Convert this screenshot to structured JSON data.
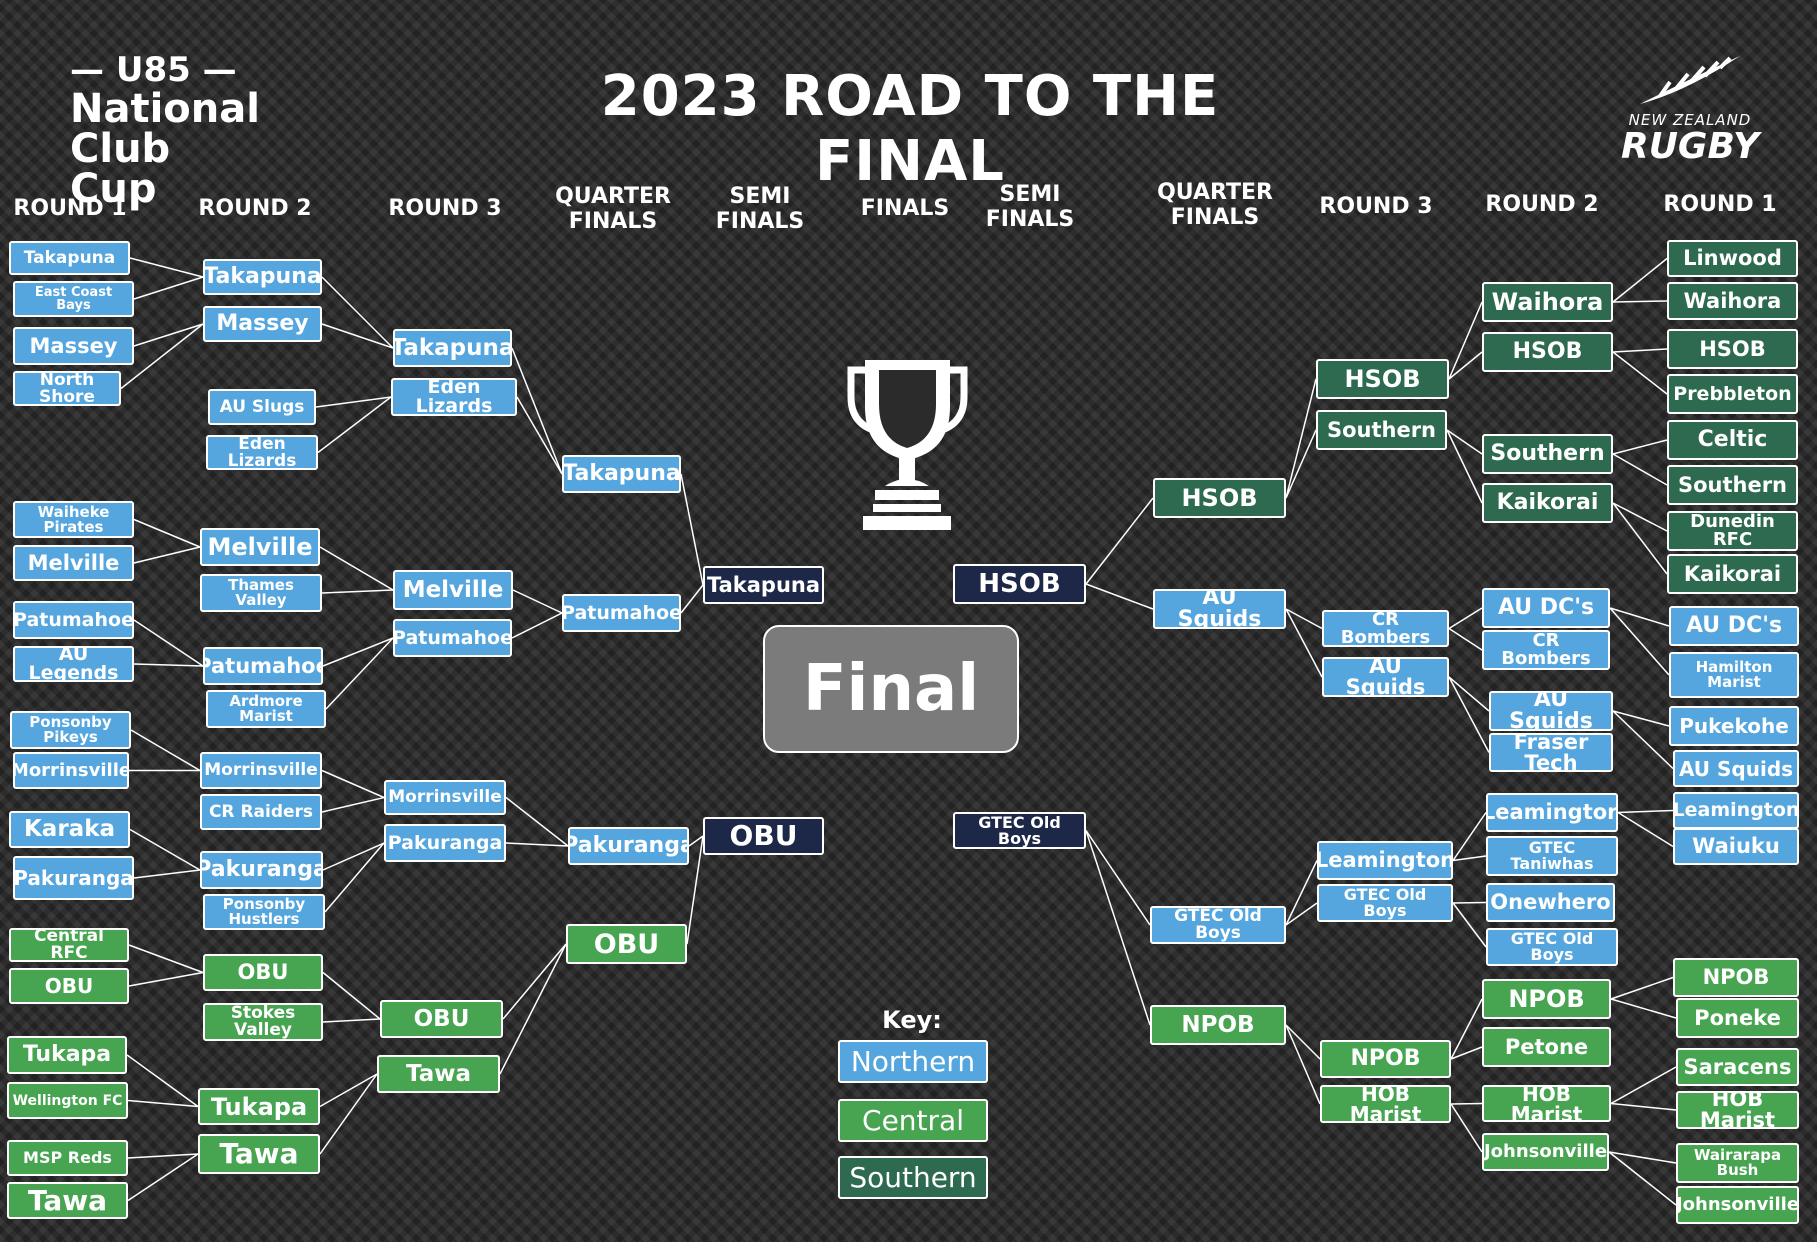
{
  "logo_left": {
    "line1": "— U85 —",
    "line2": "National",
    "line3": "Club Cup"
  },
  "title": "2023 ROAD TO THE FINAL",
  "logo_right": {
    "line1": "NEW ZEALAND",
    "line2": "RUGBY"
  },
  "headers": {
    "left": [
      "ROUND 1",
      "ROUND 2",
      "ROUND 3",
      "QUARTER FINALS",
      "SEMI FINALS"
    ],
    "center": "FINALS",
    "right": [
      "SEMI FINALS",
      "QUARTER FINALS",
      "ROUND 3",
      "ROUND 2",
      "ROUND 1"
    ]
  },
  "final_label": "Final",
  "key": {
    "title": "Key:",
    "items": [
      {
        "label": "Northern",
        "color": "#55a6de"
      },
      {
        "label": "Central",
        "color": "#47a451"
      },
      {
        "label": "Southern",
        "color": "#2d6a4f"
      }
    ]
  },
  "colors": {
    "northern": "#55a6de",
    "central": "#47a451",
    "southern": "#2d6a4f",
    "semi": "#1d2748",
    "final": "#7b7b7b",
    "background": "#2b2b2b"
  },
  "bracket": {
    "left": {
      "round1": [
        "Takapuna",
        "East Coast Bays",
        "Massey",
        "North Shore",
        "Waiheke Pirates",
        "Melville",
        "Patumahoe",
        "AU Legends",
        "Ponsonby Pikeys",
        "Morrinsville",
        "Karaka",
        "Pakuranga",
        "Central RFC",
        "OBU",
        "Tukapa",
        "Wellington FC",
        "MSP Reds",
        "Tawa"
      ],
      "round2": [
        "Takapuna",
        "Massey",
        "AU Slugs",
        "Eden Lizards",
        "Melville",
        "Thames Valley",
        "Patumahoe",
        "Ardmore Marist",
        "Morrinsville",
        "CR Raiders",
        "Pakuranga",
        "Ponsonby Hustlers",
        "OBU",
        "Stokes Valley",
        "Tukapa",
        "Tawa"
      ],
      "round3": [
        "Takapuna",
        "Eden Lizards",
        "Melville",
        "Patumahoe",
        "Morrinsville",
        "Pakuranga",
        "OBU",
        "Tawa"
      ],
      "quarter": [
        "Takapuna",
        "Patumahoe",
        "Pakuranga",
        "OBU"
      ],
      "semi": [
        "Takapuna",
        "OBU"
      ]
    },
    "right": {
      "round1": [
        "Linwood",
        "Waihora",
        "HSOB",
        "Prebbleton",
        "Celtic",
        "Southern",
        "Dunedin RFC",
        "Kaikorai",
        "AU DC's",
        "Hamilton Marist",
        "Pukekohe",
        "AU Squids",
        "Leamington",
        "Waiuku",
        "NPOB",
        "Poneke",
        "Saracens",
        "HOB Marist",
        "Wairarapa Bush",
        "Johnsonville"
      ],
      "round2": [
        "Waihora",
        "HSOB",
        "Southern",
        "Kaikorai",
        "AU DC's",
        "CR Bombers",
        "AU Squids",
        "Fraser Tech",
        "Leamington",
        "GTEC Taniwhas",
        "Onewhero",
        "GTEC Old Boys",
        "NPOB",
        "Petone",
        "HOB Marist",
        "Johnsonville"
      ],
      "round3": [
        "HSOB",
        "Southern",
        "CR Bombers",
        "AU Squids",
        "Leamington",
        "GTEC Old Boys",
        "NPOB",
        "HOB Marist"
      ],
      "quarter": [
        "HSOB",
        "AU Squids",
        "GTEC Old Boys",
        "NPOB"
      ],
      "semi": [
        "HSOB",
        "GTEC Old Boys"
      ]
    }
  }
}
